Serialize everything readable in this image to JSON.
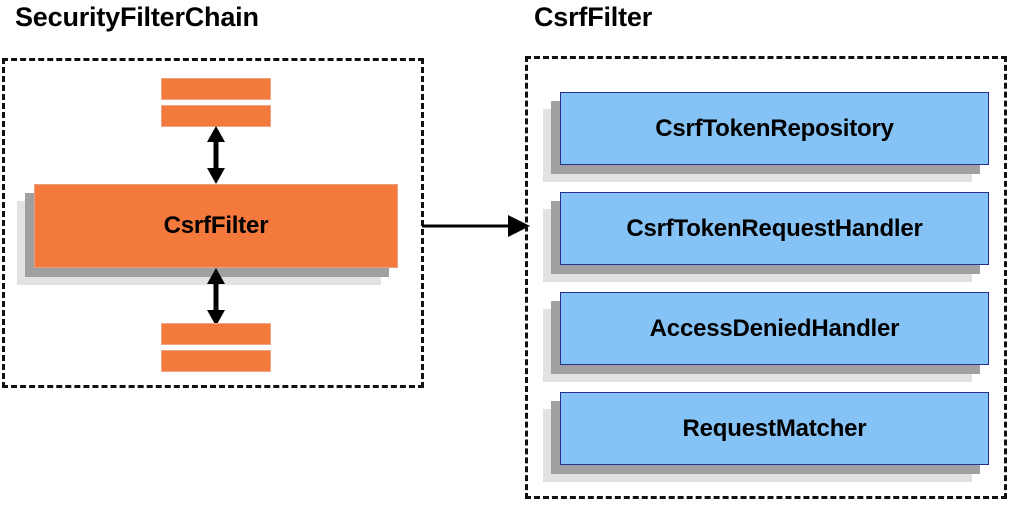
{
  "diagram": {
    "title_left": "SecurityFilterChain",
    "title_right": "CsrfFilter",
    "colors": {
      "orange_fill": "#f4793c",
      "orange_border": "#e8a07b",
      "blue_fill": "#85c2f5",
      "blue_border": "#28308f",
      "shadow_near": "#a0a0a0",
      "shadow_far": "#e2e2e2",
      "dashed_border": "#111111",
      "arrow": "#000000",
      "text": "#000000",
      "background": "#ffffff"
    },
    "left_panel": {
      "name": "SecurityFilterChain",
      "top_bars": [
        "",
        ""
      ],
      "main_box_label": "CsrfFilter",
      "bottom_bars": [
        "",
        ""
      ],
      "arrows": [
        "bidirectional-vertical-top",
        "bidirectional-vertical-bottom"
      ]
    },
    "right_panel": {
      "name": "CsrfFilter",
      "components": [
        {
          "label": "CsrfTokenRepository"
        },
        {
          "label": "CsrfTokenRequestHandler"
        },
        {
          "label": "AccessDeniedHandler"
        },
        {
          "label": "RequestMatcher"
        }
      ]
    },
    "connector": {
      "from": "SecurityFilterChain.CsrfFilter",
      "to": "CsrfFilter",
      "style": "single-headed-horizontal-arrow"
    }
  }
}
